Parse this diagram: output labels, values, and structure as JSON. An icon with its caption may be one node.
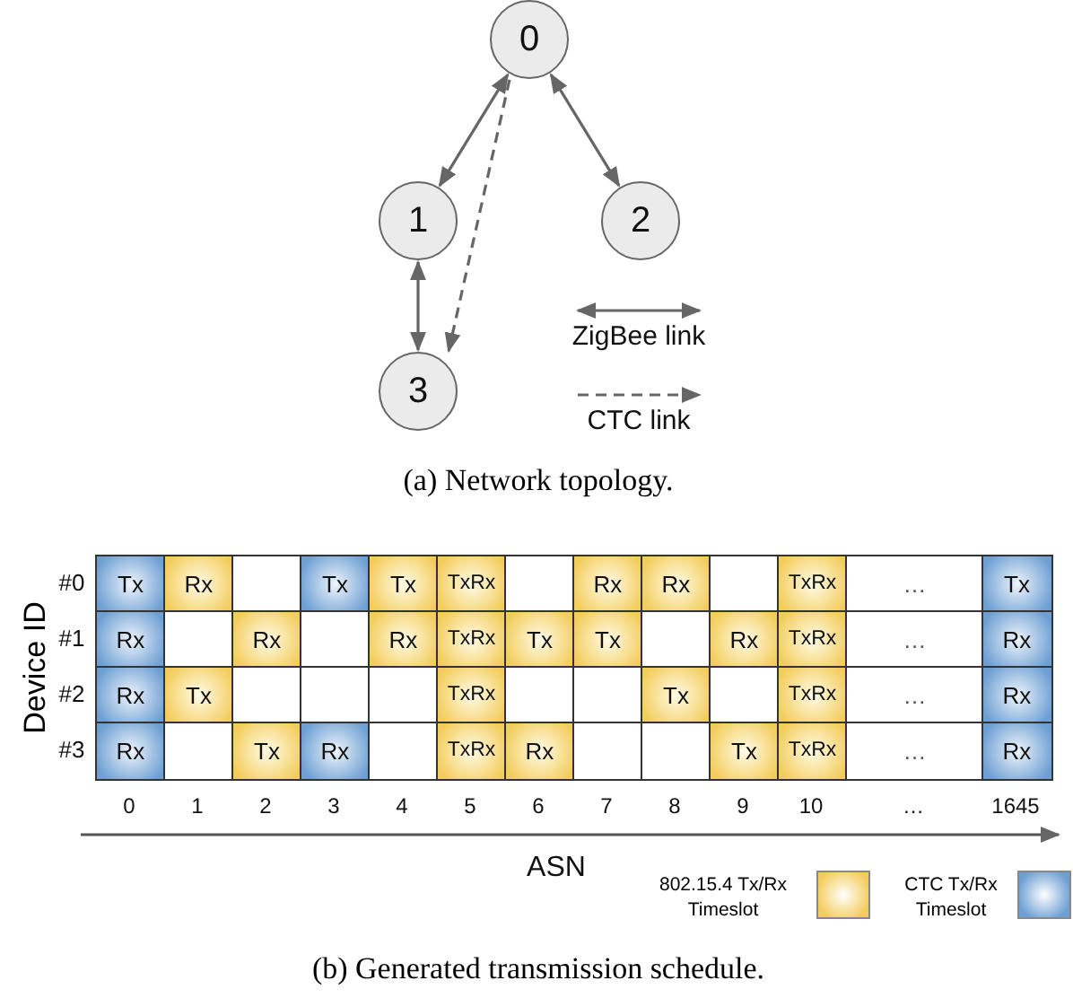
{
  "diagram": {
    "nodes": [
      {
        "text": [
          "0"
        ]
      },
      {
        "text": [
          "1"
        ]
      },
      {
        "text": [
          "2"
        ]
      },
      {
        "text": [
          "3"
        ]
      }
    ],
    "edges": [
      {
        "from": 0,
        "to": 1,
        "arrow": "both"
      },
      {
        "from": 0,
        "to": 2,
        "arrow": "both"
      },
      {
        "from": 1,
        "to": 3,
        "arrow": "both"
      },
      {
        "from": 0,
        "to": 3,
        "arrow": "to",
        "style": "dashed"
      }
    ],
    "labels": [
      "(a) Network topology.",
      "Device ID",
      "#0",
      "Tx",
      "Rx",
      "Tx",
      "Tx",
      "TxRx",
      "Rx",
      "Rx",
      "TxRx",
      "…",
      "Tx",
      "#1",
      "Rx",
      "Rx",
      "Rx",
      "TxRx",
      "Tx",
      "Tx",
      "Rx",
      "TxRx",
      "…",
      "Rx",
      "#2",
      "Rx",
      "Tx",
      "TxRx",
      "Tx",
      "TxRx",
      "…",
      "Rx",
      "#3",
      "Rx",
      "Tx",
      "Rx",
      "TxRx",
      "Rx",
      "Tx",
      "TxRx",
      "…",
      "Rx",
      "0",
      "1",
      "2",
      "3",
      "4",
      "5",
      "6",
      "7",
      "8",
      "9",
      "10",
      "…",
      "1645",
      "ASN",
      "(b) Generated transmission schedule."
    ],
    "legend": [
      {
        "text": "ZigBee link"
      },
      {
        "text": "CTC link"
      },
      {
        "text": "802.15.4 Tx/Rx Timeslot",
        "color": "#f3cd5c"
      },
      {
        "text": "CTC Tx/Rx Timeslot",
        "color": "#6d9fd3"
      }
    ]
  }
}
